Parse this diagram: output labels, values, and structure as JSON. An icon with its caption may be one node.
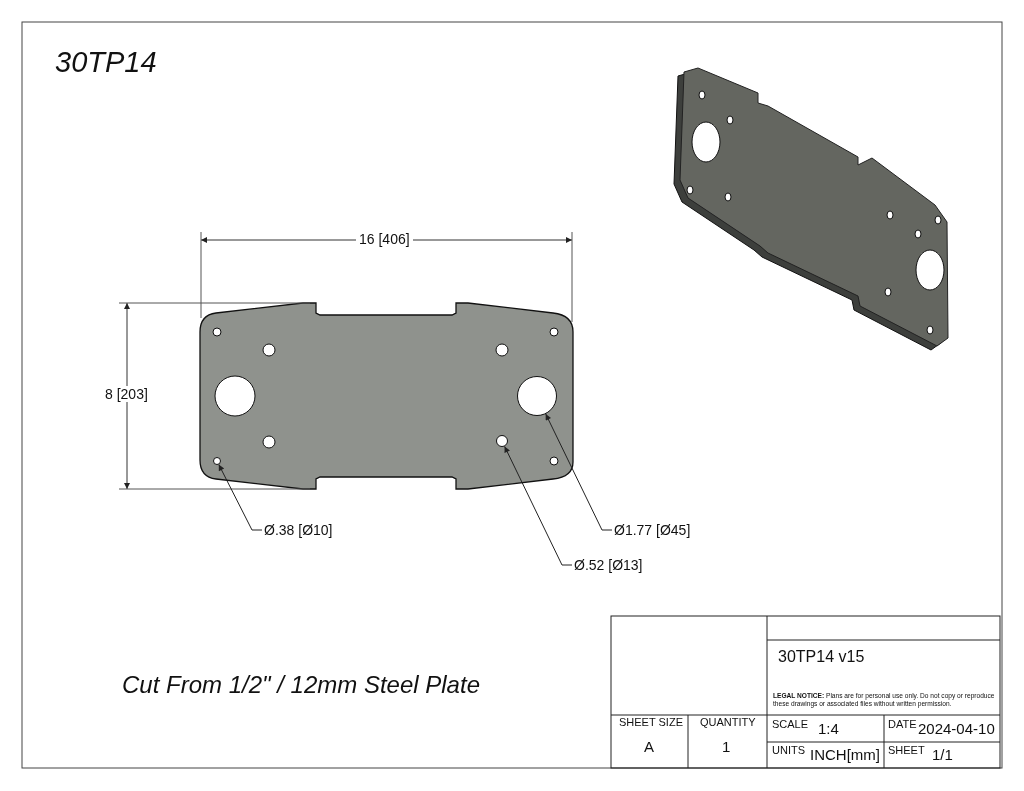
{
  "diagram": {
    "title": "30TP14",
    "nodes": [
      {
        "text": [
          "Ø.38 [Ø10]"
        ]
      },
      {
        "text": [],
        "shape": "circle"
      },
      {
        "text": [
          "Ø1.77 [Ø45]"
        ]
      },
      {
        "text": [],
        "shape": "circle"
      },
      {
        "text": [
          "Ø.52 [Ø13]"
        ]
      },
      {
        "text": [],
        "shape": "circle"
      }
    ],
    "edges": [
      {
        "from": 0,
        "to": 1,
        "arrow": "to"
      },
      {
        "from": 2,
        "to": 3,
        "arrow": "to"
      },
      {
        "from": 4,
        "to": 5,
        "arrow": "to"
      }
    ],
    "labels": [
      "16 [406]",
      "8 [203]",
      "Cut From 1/2\" / 12mm Steel Plate",
      "30TP14 v15",
      "**LEGAL NOTICE:** Plans are for personal use only. Do not copy or reproduce these drawings or associated files without written permission.",
      "SHEET SIZE",
      "QUANTITY",
      "SCALE",
      "1:4",
      "DATE",
      "2024-04-10",
      "A",
      "1",
      "UNITS",
      "INCH[mm]",
      "SHEET",
      "1/1"
    ]
  }
}
